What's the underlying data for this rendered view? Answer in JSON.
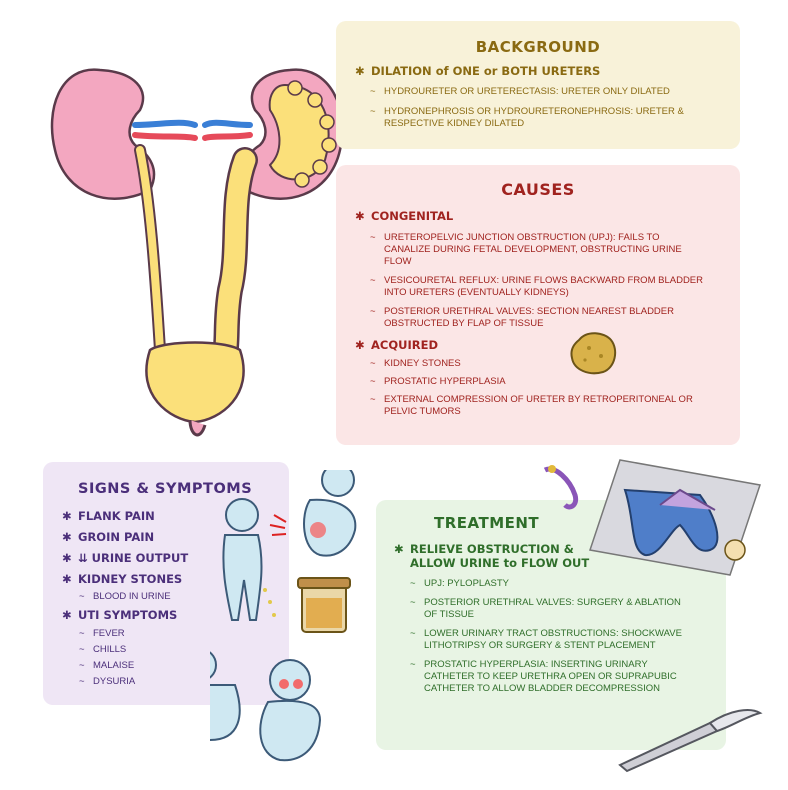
{
  "background": {
    "title": "BACKGROUND",
    "main": "DILATION of ONE or BOTH URETERS",
    "items": [
      "HYDROURETER or URETERECTASIS: URETER ONLY DILATED",
      "HYDRONEPHROSIS or HYDROURETERONEPHROSIS: URETER & RESPECTIVE KIDNEY DILATED"
    ]
  },
  "causes": {
    "title": "CAUSES",
    "congenital": "CONGENITAL",
    "congenital_items": [
      "URETEROPELVIC JUNCTION OBSTRUCTION (UPJ): FAILS to CANALIZE during FETAL DEVELOPMENT, OBSTRUCTING URINE FLOW",
      "VESICOURETAL REFLUX: URINE FLOWS BACKWARD from BLADDER into URETERS (EVENTUALLY KIDNEYS)",
      "POSTERIOR URETHRAL VALVES: SECTION nearest BLADDER OBSTRUCTED by FLAP of TISSUE"
    ],
    "acquired": "ACQUIRED",
    "acquired_items": [
      "KIDNEY STONES",
      "PROSTATIC HYPERPLASIA",
      "EXTERNAL COMPRESSION of URETER by RETROPERITONEAL or PELVIC TUMORS"
    ]
  },
  "signs": {
    "title": "SIGNS & SYMPTOMS",
    "flank": "FLANK PAIN",
    "groin": "GROIN PAIN",
    "urine": "⇊ URINE OUTPUT",
    "stones": "KIDNEY STONES",
    "stones_sub": "BLOOD in URINE",
    "uti": "UTI SYMPTOMS",
    "uti_items": [
      "FEVER",
      "CHILLS",
      "MALAISE",
      "DYSURIA"
    ]
  },
  "treatment": {
    "title": "TREATMENT",
    "main_line1": "RELIEVE OBSTRUCTION &",
    "main_line2": "ALLOW URINE to FLOW OUT",
    "items": [
      "UPJ: PYLOPLASTY",
      "POSTERIOR URETHRAL VALVES: SURGERY & ABLATION of TISSUE",
      "LOWER URINARY TRACT OBSTRUCTIONS: SHOCKWAVE LITHOTRIPSY or SURGERY & STENT PLACEMENT",
      "PROSTATIC HYPERPLASIA: INSERTING URINARY CATHETER to KEEP URETHRA OPEN or SUPRAPUBIC CATHETER to ALLOW BLADDER DECOMPRESSION"
    ]
  },
  "colors": {
    "background_accent": "#8a6a12",
    "causes_accent": "#a0231f",
    "signs_accent": "#4b2f7a",
    "treatment_accent": "#2f6e2a"
  }
}
